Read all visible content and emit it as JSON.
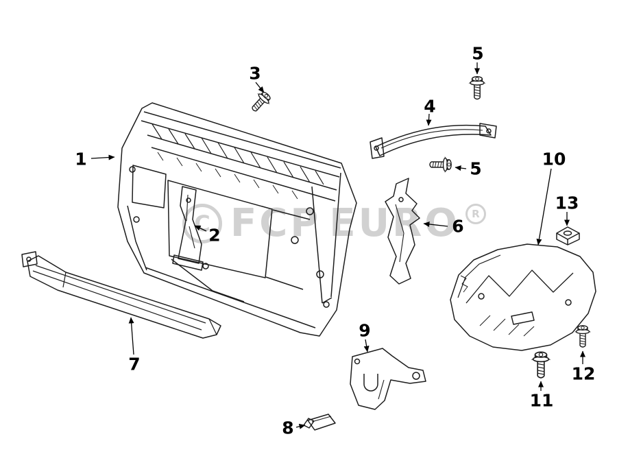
{
  "page": {
    "background": "#ffffff"
  },
  "watermark": {
    "left_symbol": "C",
    "text_left": "FCP",
    "text_right": "EURO",
    "right_symbol": "R",
    "color": "#c6c6c6"
  },
  "diagram": {
    "line_color": "#1c1c1c"
  },
  "callouts": [
    {
      "number": "1"
    },
    {
      "number": "2"
    },
    {
      "number": "3"
    },
    {
      "number": "4"
    },
    {
      "number": "5"
    },
    {
      "number": "5"
    },
    {
      "number": "6"
    },
    {
      "number": "7"
    },
    {
      "number": "8"
    },
    {
      "number": "9"
    },
    {
      "number": "10"
    },
    {
      "number": "11"
    },
    {
      "number": "12"
    },
    {
      "number": "13"
    }
  ]
}
